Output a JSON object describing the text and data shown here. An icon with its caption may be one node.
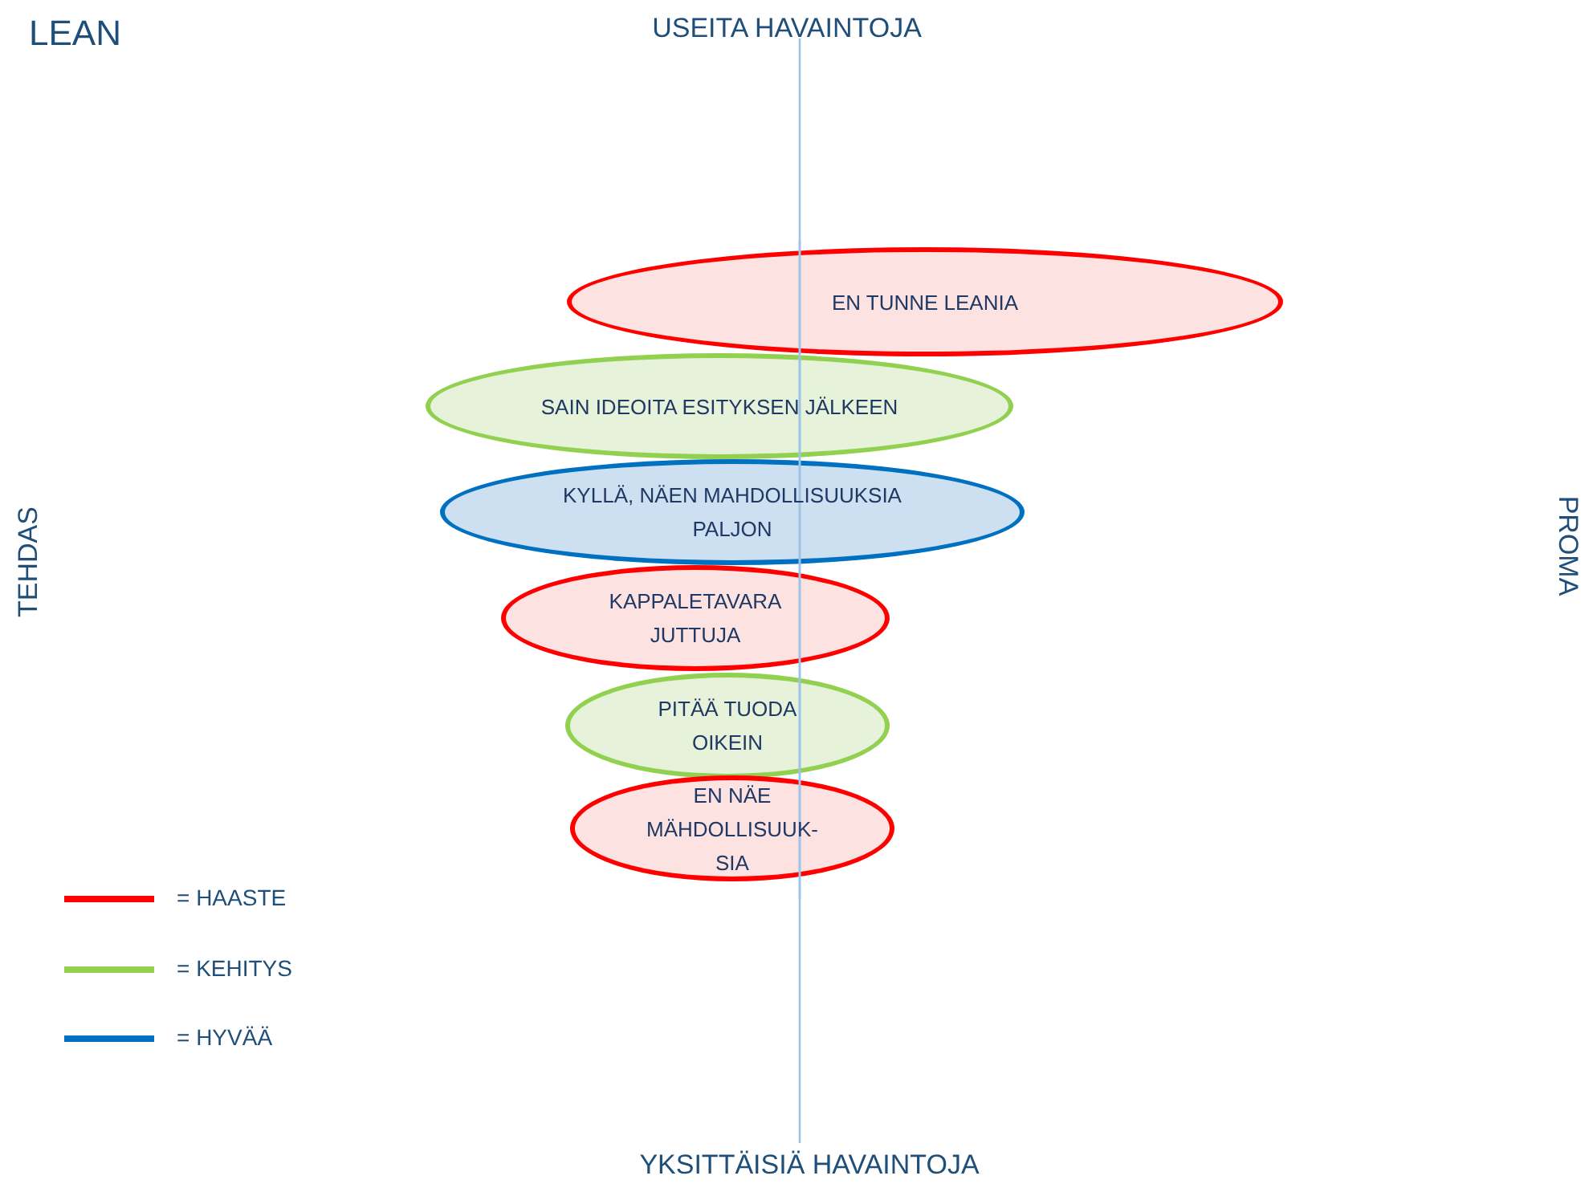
{
  "diagram": {
    "title": "LEAN",
    "nodes": [
      {
        "text": [
          "EN TUNNE LEANIA"
        ]
      },
      {
        "text": [
          "SAIN IDEOITA ESITYKSEN JÄLKEEN"
        ]
      },
      {
        "text": [
          "KYLLÄ, NÄEN MAHDOLLISUUKSIA PALJON"
        ]
      },
      {
        "text": [
          "KAPPALETAVARA JUTTUJA"
        ]
      },
      {
        "text": [
          "PITÄÄ TUODA OIKEIN"
        ]
      },
      {
        "text": [
          "EN NÄE MÄHDOLLISUUK-SIA"
        ]
      }
    ],
    "labels": [
      "USEITA HAVAINTOJA",
      "TEHDAS",
      "PROMA",
      "YKSITTÄISIÄ HAVAINTOJA"
    ],
    "legend": [
      {
        "text": "= HAASTE",
        "color": "#ff0000"
      },
      {
        "text": "= KEHITYS",
        "color": "#92d050"
      },
      {
        "text": "= HYVÄÄ",
        "color": "#0070c0"
      }
    ]
  }
}
